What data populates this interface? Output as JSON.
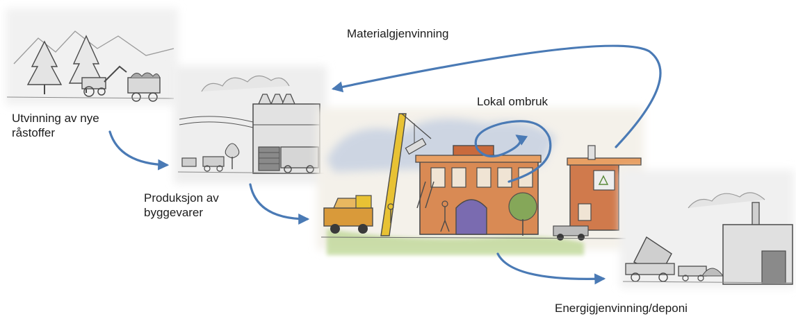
{
  "labels": {
    "material_recycling": "Materialgjenvinning",
    "local_reuse": "Lokal ombruk",
    "extraction_line1": "Utvinning av nye",
    "extraction_line2": "råstoffer",
    "production_line1": "Produksjon av",
    "production_line2": "byggevarer",
    "energy_recovery": "Energigjenvinning/deponi"
  },
  "colors": {
    "arrow": "#4a7ab5",
    "sketch_line": "#4a4a4a",
    "brick": "#c96a3c",
    "ochre": "#d99a3a",
    "crane_yellow": "#e8c234",
    "tree_green": "#7cab5a",
    "grass": "#b8d48c",
    "sky_wash": "#aebfdd"
  }
}
